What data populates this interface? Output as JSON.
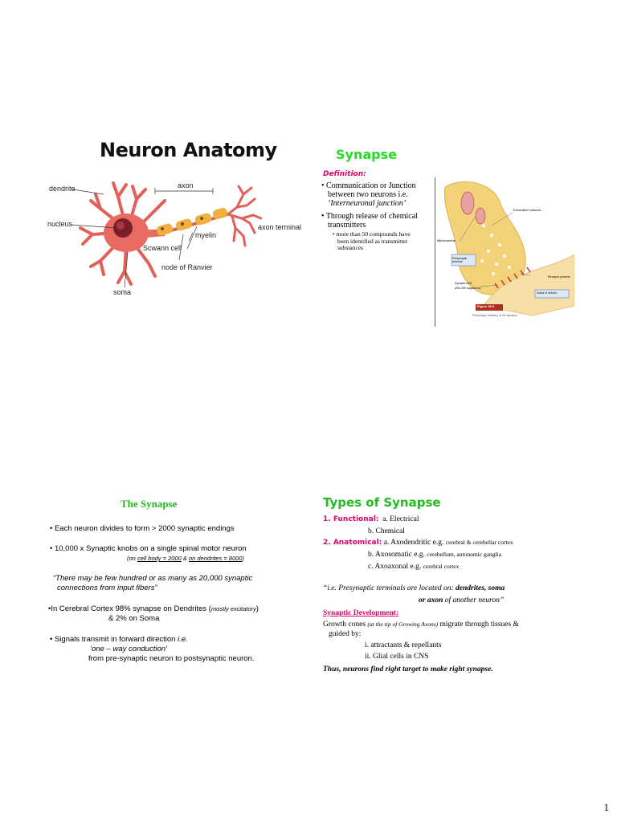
{
  "slide1": {
    "title": "Neuron Anatomy",
    "labels": {
      "dendrite": "dendrite",
      "axon": "axon",
      "nucleus": "nucleus",
      "axon_terminal": "axon terminal",
      "myelin": "myelin",
      "schwann": "Scwann cell",
      "ranvier": "node of Ranvier",
      "soma": "soma"
    }
  },
  "slide2": {
    "title": "Synapse",
    "definition_label": "Definition:",
    "bullet1_line1": "• Communication or Junction",
    "bullet1_line2": "between two neurons i.e.",
    "bullet1_line3": "‘Interneuronal junction’",
    "bullet2_line1": "• Through release of chemical",
    "bullet2_line2": "transmitters",
    "sub_line1": "• more than 50 compounds have",
    "sub_line2": "been identified as transmitter",
    "sub_line3": "substances",
    "figure": {
      "transmitter_vesicles": "Transmitter vesicles",
      "mitochondria": "Mitochondria",
      "presynaptic_terminal": "Presynaptic terminal",
      "synaptic_cleft": "Synaptic cleft",
      "cleft_size": "(200-300 angstroms)",
      "receptor_proteins": "Receptor proteins",
      "soma_of_neuron": "Soma of neuron",
      "figure_num": "Figure 45-6",
      "caption": "Physiologic anatomy of the synapse"
    }
  },
  "slide3": {
    "title": "The Synapse",
    "b1": "•  Each neuron divides to form > 2000 synaptic endings",
    "b2": "•  10,000 x Synaptic knobs on a single spinal motor neuron",
    "b2_sub_prefix": "(on ",
    "b2_sub_cell": "cell body = 2000",
    "b2_sub_mid": " & ",
    "b2_sub_dend": "on dendrites = 8000",
    "b2_sub_suffix": ")",
    "quote1": "“There  may be few hundred or as many as 20,000 synaptic",
    "quote2": "connections from input fibers”",
    "b3": "•In Cerebral Cortex 98% synapse on Dendrites (",
    "b3_small": "mostly excitatory",
    "b3_end": ")",
    "b3_line2": "& 2% on Soma",
    "b4": "•  Signals transmit in forward direction ",
    "b4_ie": "i.e.",
    "b4_line2": "‘one – way conduction’",
    "b4_line3": "from pre-synaptic neuron to postsynaptic neuron."
  },
  "slide4": {
    "title": "Types of Synapse",
    "functional": "1. Functional:",
    "func_a": "a.  Electrical",
    "func_b": "b.  Chemical",
    "anatomical": "2. Anatomical:",
    "anat_a": "a.  Axodendritic e.g. ",
    "anat_a_ex": "cerebral & cerebellar cortex",
    "anat_b": "b.  Axosomatic e.g. ",
    "anat_b_ex": "cerebellum, autonomic ganglia",
    "anat_c": "c.  Axoaxonal e.g. ",
    "anat_c_ex": "cerebral cortex",
    "ie_line1": "“i.e. Presynaptic terminals are located on:  ",
    "ie_bold1": "dendrites, soma",
    "ie_line2_bold": "or axon",
    "ie_line2": " of another neuron”",
    "dev_label": "Synaptic Development:",
    "growth1": "Growth cones ",
    "growth_paren": "(at the tip of Growing Axons)",
    "growth_end": " migrate through tissues &",
    "guided": "guided by:",
    "g_i": "i.  attractants & repellants",
    "g_ii": "ii. Glial cells in CNS",
    "thus": "Thus, neurons find right target to make right synapse."
  },
  "page_number": "1"
}
